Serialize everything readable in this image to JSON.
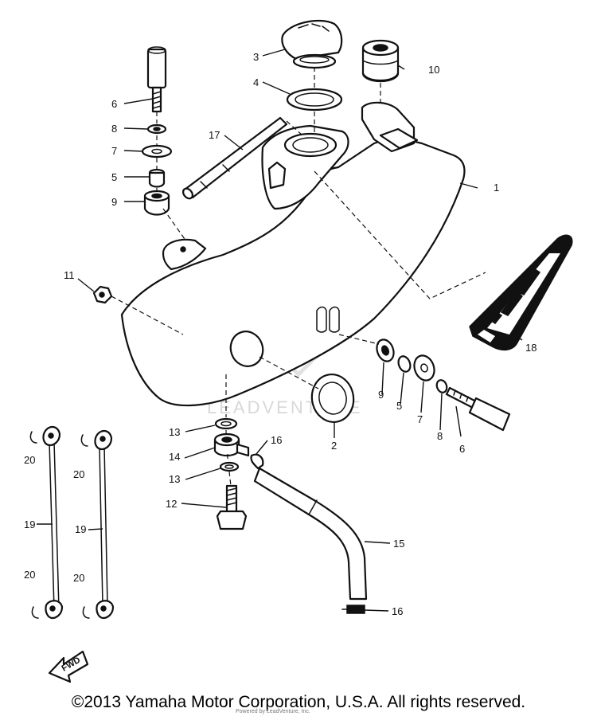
{
  "diagram": {
    "callouts": {
      "c1": "1",
      "c2": "2",
      "c3": "3",
      "c4": "4",
      "c5a": "5",
      "c5b": "5",
      "c6a": "6",
      "c6b": "6",
      "c7a": "7",
      "c7b": "7",
      "c8a": "8",
      "c8b": "8",
      "c9a": "9",
      "c9b": "9",
      "c10": "10",
      "c11": "11",
      "c12": "12",
      "c13a": "13",
      "c13b": "13",
      "c14": "14",
      "c15": "15",
      "c16a": "16",
      "c16b": "16",
      "c17": "17",
      "c18": "18",
      "c19a": "19",
      "c19b": "19",
      "c20a": "20",
      "c20b": "20",
      "c20c": "20",
      "c20d": "20"
    },
    "fwd_label": "FWD",
    "watermark": "LEADVENTURE"
  },
  "footer": {
    "copyright": "©2013 Yamaha Motor Corporation, U.S.A. All rights reserved.",
    "small_print": "Powered by LeadVenture, Inc."
  }
}
